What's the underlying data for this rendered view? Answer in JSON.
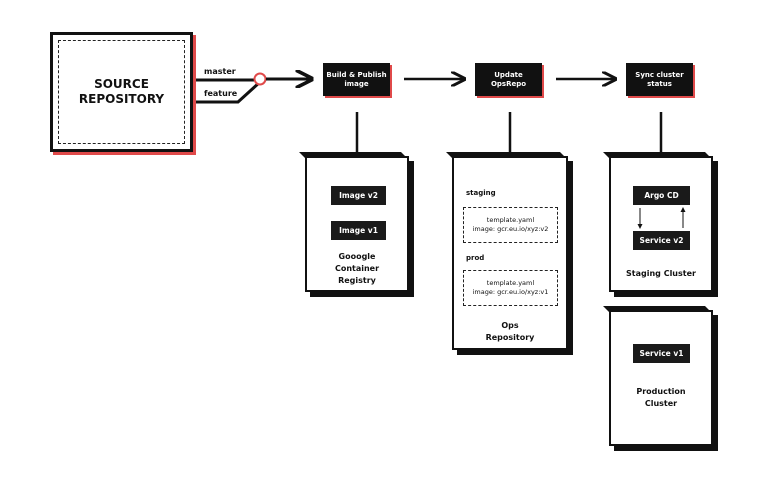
{
  "source": {
    "title": "SOURCE REPOSITORY"
  },
  "branches": {
    "master": "master",
    "feature": "feature"
  },
  "steps": {
    "build": "Build & Publish image",
    "update": "Update OpsRepo",
    "sync": "Sync cluster status"
  },
  "registry": {
    "images": [
      "Image v2",
      "Image v1"
    ],
    "title": "Gooogle Container Registry"
  },
  "ops_repo": {
    "staging_label": "staging",
    "staging_file": "template.yaml",
    "staging_image": "image: gcr.eu.io/xyz:v2",
    "prod_label": "prod",
    "prod_file": "template.yaml",
    "prod_image": "image: gcr.eu.io/xyz:v1",
    "title": "Ops Repository"
  },
  "staging_cluster": {
    "argo": "Argo CD",
    "service": "Service v2",
    "title": "Staging Cluster"
  },
  "production_cluster": {
    "service": "Service v1",
    "title": "Production Cluster"
  },
  "colors": {
    "accent": "#e04a4a",
    "ink": "#111111",
    "background": "#ffffff"
  }
}
